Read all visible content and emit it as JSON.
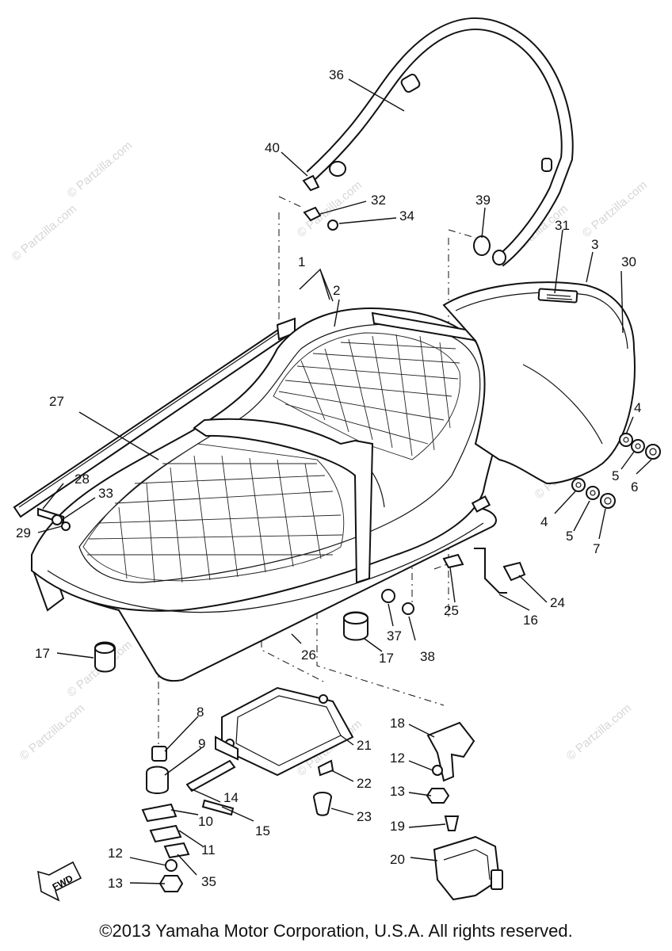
{
  "copyright": "©2013 Yamaha Motor Corporation, U.S.A. All rights reserved.",
  "watermark": "© Partzilla.com",
  "fwd_label": "FWD",
  "callouts": [
    {
      "id": "c1",
      "label": "1"
    },
    {
      "id": "c2",
      "label": "2"
    },
    {
      "id": "c3",
      "label": "3"
    },
    {
      "id": "c4a",
      "label": "4"
    },
    {
      "id": "c4b",
      "label": "4"
    },
    {
      "id": "c5a",
      "label": "5"
    },
    {
      "id": "c5b",
      "label": "5"
    },
    {
      "id": "c6",
      "label": "6"
    },
    {
      "id": "c7",
      "label": "7"
    },
    {
      "id": "c8",
      "label": "8"
    },
    {
      "id": "c9",
      "label": "9"
    },
    {
      "id": "c10",
      "label": "10"
    },
    {
      "id": "c11",
      "label": "11"
    },
    {
      "id": "c12a",
      "label": "12"
    },
    {
      "id": "c12b",
      "label": "12"
    },
    {
      "id": "c13a",
      "label": "13"
    },
    {
      "id": "c13b",
      "label": "13"
    },
    {
      "id": "c14",
      "label": "14"
    },
    {
      "id": "c15",
      "label": "15"
    },
    {
      "id": "c16",
      "label": "16"
    },
    {
      "id": "c17a",
      "label": "17"
    },
    {
      "id": "c17b",
      "label": "17"
    },
    {
      "id": "c18",
      "label": "18"
    },
    {
      "id": "c19",
      "label": "19"
    },
    {
      "id": "c20",
      "label": "20"
    },
    {
      "id": "c21",
      "label": "21"
    },
    {
      "id": "c22",
      "label": "22"
    },
    {
      "id": "c23",
      "label": "23"
    },
    {
      "id": "c24",
      "label": "24"
    },
    {
      "id": "c25",
      "label": "25"
    },
    {
      "id": "c26",
      "label": "26"
    },
    {
      "id": "c27",
      "label": "27"
    },
    {
      "id": "c28",
      "label": "28"
    },
    {
      "id": "c29",
      "label": "29"
    },
    {
      "id": "c30",
      "label": "30"
    },
    {
      "id": "c31",
      "label": "31"
    },
    {
      "id": "c32",
      "label": "32"
    },
    {
      "id": "c33",
      "label": "33"
    },
    {
      "id": "c34",
      "label": "34"
    },
    {
      "id": "c35",
      "label": "35"
    },
    {
      "id": "c36",
      "label": "36"
    },
    {
      "id": "c37",
      "label": "37"
    },
    {
      "id": "c38",
      "label": "38"
    },
    {
      "id": "c39",
      "label": "39"
    },
    {
      "id": "c40",
      "label": "40"
    }
  ]
}
